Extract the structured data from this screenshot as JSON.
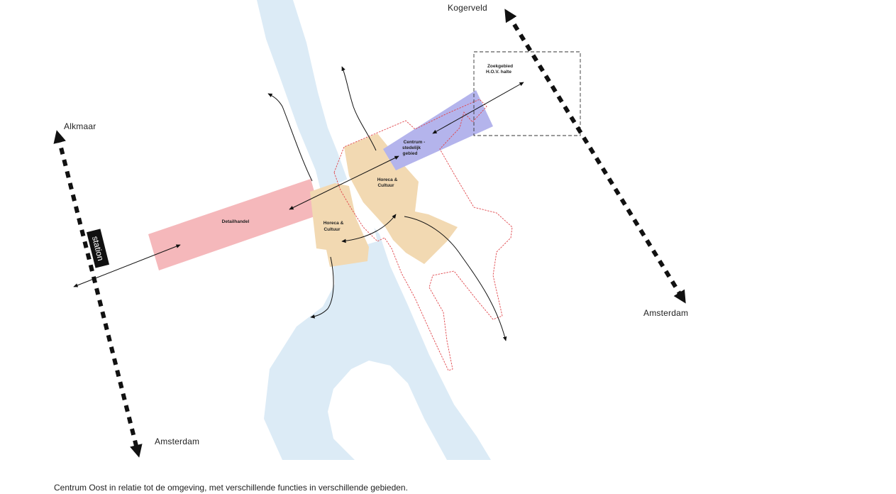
{
  "labels": {
    "kogerveld": "Kogerveld",
    "alkmaar": "Alkmaar",
    "amsterdam_east": "Amsterdam",
    "amsterdam_south": "Amsterdam",
    "station": "station"
  },
  "zones": {
    "detailhandel": "Detailhandel",
    "horeca_west_1": "Horeca &",
    "horeca_west_2": "Cultuur",
    "horeca_east_1": "Horeca &",
    "horeca_east_2": "Cultuur",
    "centrum_1": "Centrum -",
    "centrum_2": "stedelijk",
    "centrum_3": "gebied",
    "zoek_1": "Zoekgebied",
    "zoek_2": "H.O.V. halte"
  },
  "caption": "Centrum Oost in relatie tot de omgeving, met verschillende functies in verschillende gebieden.",
  "colors": {
    "water": "#dcebf6",
    "detailhandel": "#f5b8bb",
    "horeca": "#f2d9b2",
    "centrum": "#b4b4ec",
    "boundary": "#e0474c",
    "route": "#111111"
  }
}
